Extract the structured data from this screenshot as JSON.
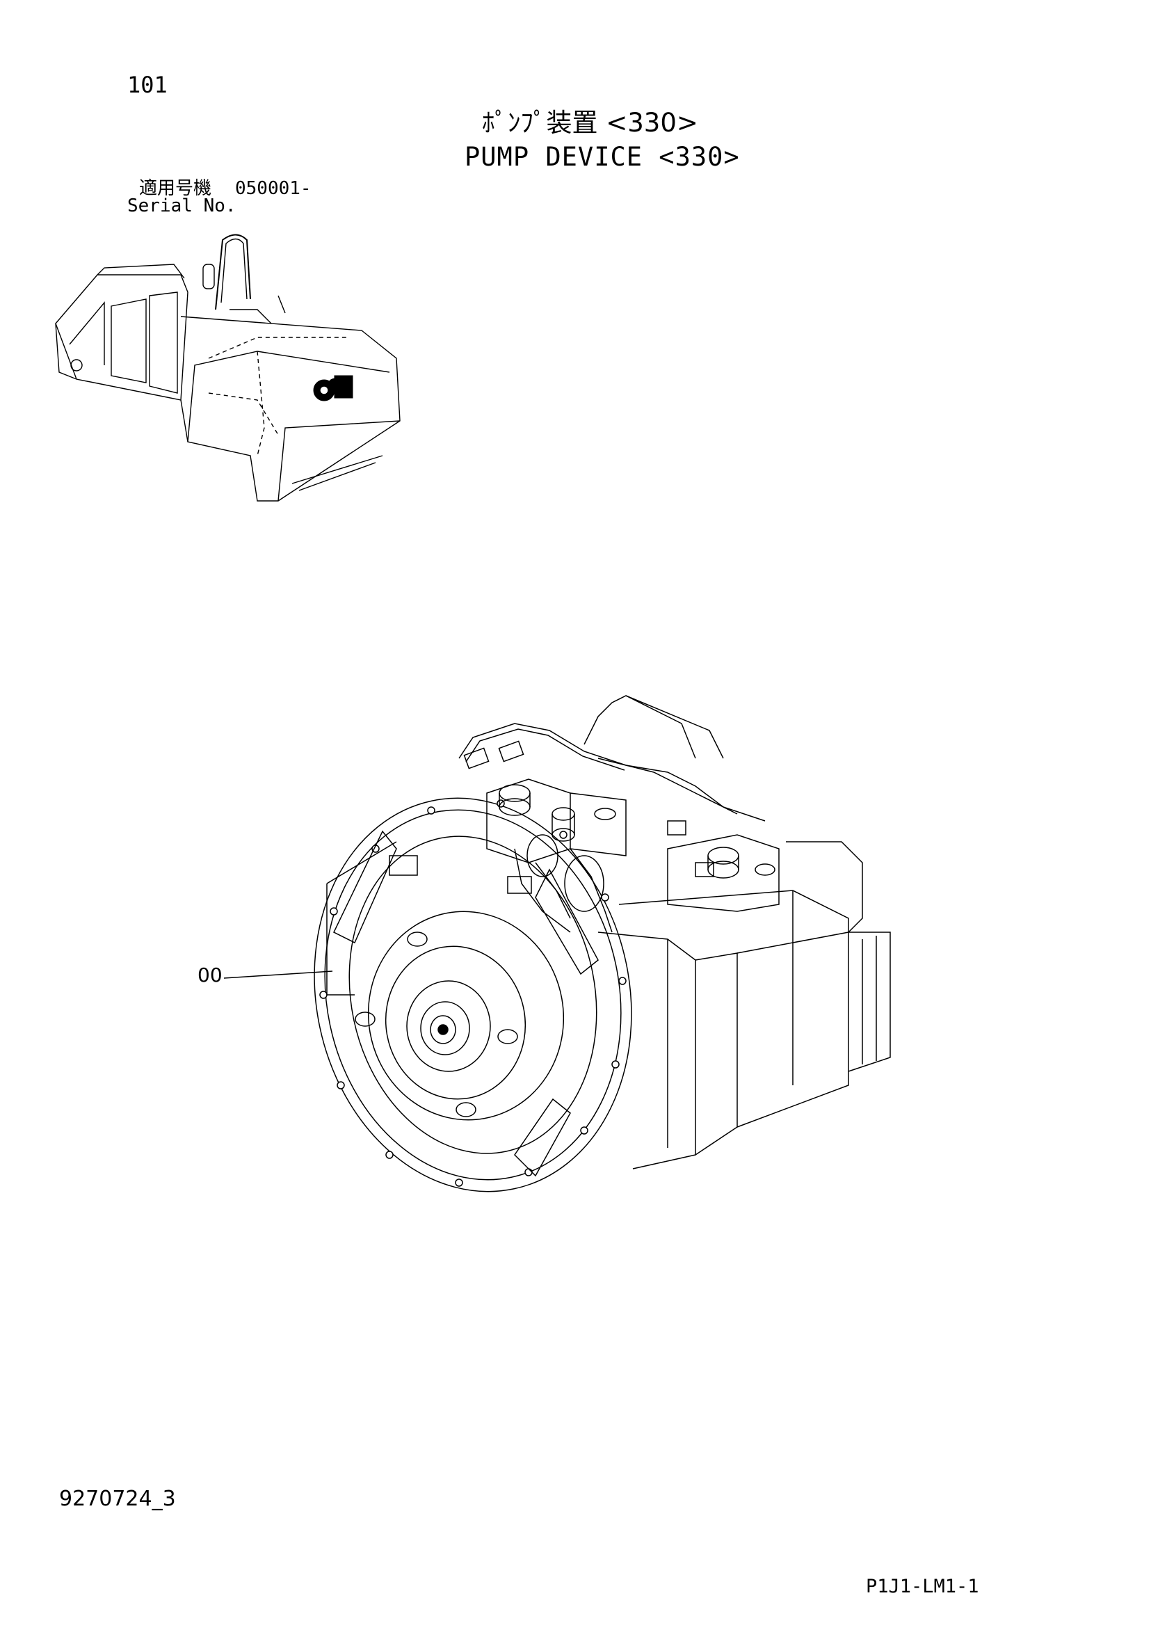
{
  "page_number": "101",
  "title_jp": "ﾎﾟﾝﾌﾟ装置 <330>",
  "title_en": "PUMP DEVICE <330>",
  "serial": {
    "label_jp": "適用号機",
    "value": "050001-",
    "label_en": "Serial No."
  },
  "callouts": [
    {
      "label": "00"
    }
  ],
  "doc_id": "9270724_3",
  "page_code": "P1J1-LM1-1"
}
